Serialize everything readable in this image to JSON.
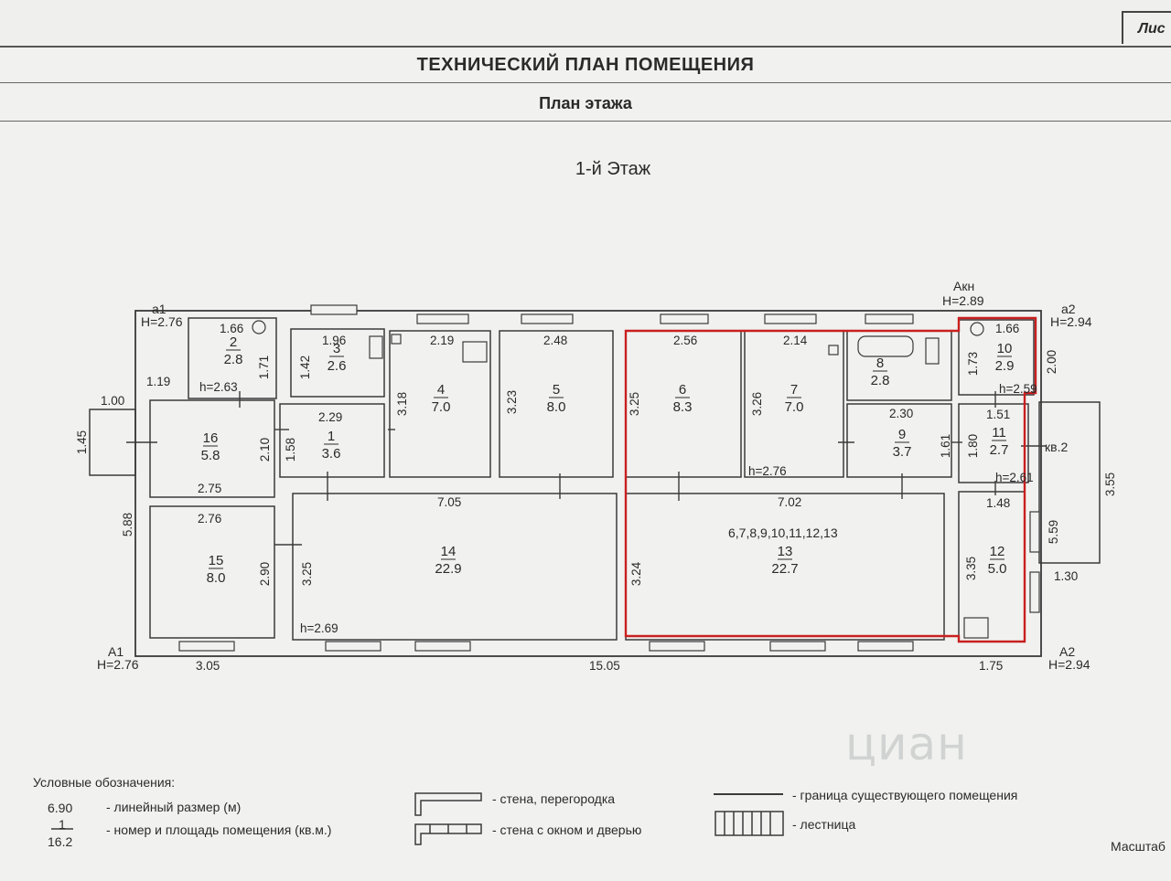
{
  "header": {
    "sheet_label": "Лис",
    "title": "ТЕХНИЧЕСКИЙ ПЛАН ПОМЕЩЕНИЯ",
    "subtitle": "План этажа"
  },
  "floor": {
    "title": "1-й Этаж"
  },
  "rooms": [
    {
      "num": "1",
      "area": "3.6"
    },
    {
      "num": "2",
      "area": "2.8"
    },
    {
      "num": "3",
      "area": "2.6"
    },
    {
      "num": "4",
      "area": "7.0"
    },
    {
      "num": "5",
      "area": "8.0"
    },
    {
      "num": "6",
      "area": "8.3"
    },
    {
      "num": "7",
      "area": "7.0"
    },
    {
      "num": "8",
      "area": "2.8"
    },
    {
      "num": "9",
      "area": "3.7"
    },
    {
      "num": "10",
      "area": "2.9"
    },
    {
      "num": "11",
      "area": "2.7"
    },
    {
      "num": "12",
      "area": "5.0"
    },
    {
      "num": "13",
      "area": "22.7"
    },
    {
      "num": "14",
      "area": "22.9"
    },
    {
      "num": "15",
      "area": "8.0"
    },
    {
      "num": "16",
      "area": "5.8"
    }
  ],
  "group_label": "6,7,8,9,10,11,12,13",
  "apartment_label": "кв.2",
  "markers": {
    "a1": "а1",
    "a1_h": "Н=2.76",
    "a2": "а2",
    "a2_h": "Н=2.94",
    "A1": "А1",
    "A1_h": "Н=2.76",
    "A2": "А2",
    "A2_h": "Н=2.94",
    "akn": "Акн",
    "akn_h": "Н=2.89"
  },
  "heights": [
    "h=2.63",
    "h=2.76",
    "h=2.59",
    "h=2.61",
    "h=2.69"
  ],
  "dimensions": [
    "1.66",
    "1.71",
    "1.96",
    "1.42",
    "2.19",
    "2.48",
    "2.56",
    "2.14",
    "1.66",
    "1.73",
    "2.00",
    "1.19",
    "1.00",
    "1.45",
    "2.29",
    "2.10",
    "1.58",
    "3.18",
    "3.23",
    "3.25",
    "3.26",
    "2.30",
    "1.51",
    "1.61",
    "1.80",
    "3.55",
    "2.75",
    "7.05",
    "7.02",
    "1.48",
    "2.76",
    "5.88",
    "2.90",
    "3.25",
    "3.24",
    "3.35",
    "5.59",
    "1.30",
    "3.05",
    "15.05",
    "1.75"
  ],
  "legend": {
    "title": "Условные обозначения:",
    "sample_dim": "6.90",
    "sample_num": "1",
    "sample_area": "16.2",
    "dim_desc": "- линейный размер (м)",
    "num_desc": "- номер и площадь помещения (кв.м.)",
    "wall_desc": "- стена, перегородка",
    "window_desc": "- стена с окном и дверью",
    "boundary_desc": "- граница существующего помещения",
    "stairs_desc": "- лестница"
  },
  "watermark": "циан",
  "scale_label": "Масштаб",
  "colors": {
    "boundary": "#c8201f",
    "walls": "#3a3a3a",
    "background": "#f1f2f0"
  }
}
